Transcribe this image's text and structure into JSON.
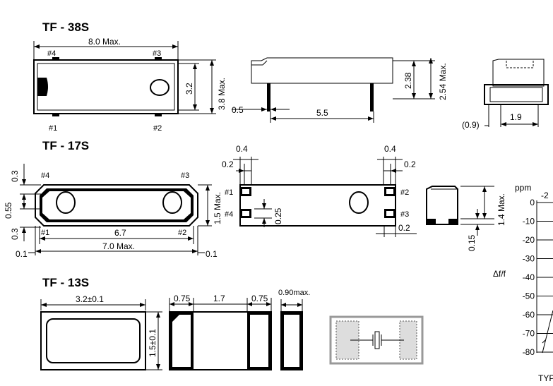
{
  "tf38s": {
    "title": "TF - 38S",
    "dim_len_max": "8.0 Max.",
    "pin4": "#4",
    "pin3": "#3",
    "pin1": "#1",
    "pin2": "#2",
    "dim_3_2": "3.2",
    "dim_3_8": "3.8 Max.",
    "dim_0_5": "0.5",
    "dim_5_5": "5.5",
    "dim_2_38": "2.38",
    "dim_2_54": "2.54 Max.",
    "dim_0_9": "(0.9)",
    "dim_1_9": "1.9"
  },
  "tf17s": {
    "title": "TF - 17S",
    "dim_0_3_top": "0.3",
    "dim_0_55": "0.55",
    "dim_0_3_bot": "0.3",
    "pin4": "#4",
    "pin3": "#3",
    "pin1": "#1",
    "pin2": "#2",
    "dim_1_5": "1.5 Max.",
    "dim_6_7": "6.7",
    "dim_7_0": "7.0 Max.",
    "dim_0_1_left": "0.1",
    "dim_0_1_right": "0.1",
    "dim_0_4_left": "0.4",
    "dim_0_2_left": "0.2",
    "dim_0_4_right": "0.4",
    "dim_0_2_right": "0.2",
    "b_pin1": "#1",
    "b_pin4": "#4",
    "b_pin2": "#2",
    "b_pin3": "#3",
    "dim_0_25": "0.25",
    "dim_0_2_bot": "0.2",
    "dim_1_4": "1.4 Max.",
    "dim_0_15": "0.15"
  },
  "tf13s": {
    "title": "TF - 13S",
    "dim_3_2": "3.2±0.1",
    "dim_1_5": "1.5±0.1",
    "dim_0_75a": "0.75",
    "dim_1_7": "1.7",
    "dim_0_75b": "0.75",
    "dim_0_90": "0.90max."
  },
  "graph": {
    "unit": "ppm",
    "y_label": "Δf/f",
    "top_partial": "-2",
    "ticks": [
      "0",
      "-10",
      "-20",
      "-30",
      "-40",
      "-50",
      "-60",
      "-70",
      "-80"
    ],
    "footer": "TYP"
  }
}
